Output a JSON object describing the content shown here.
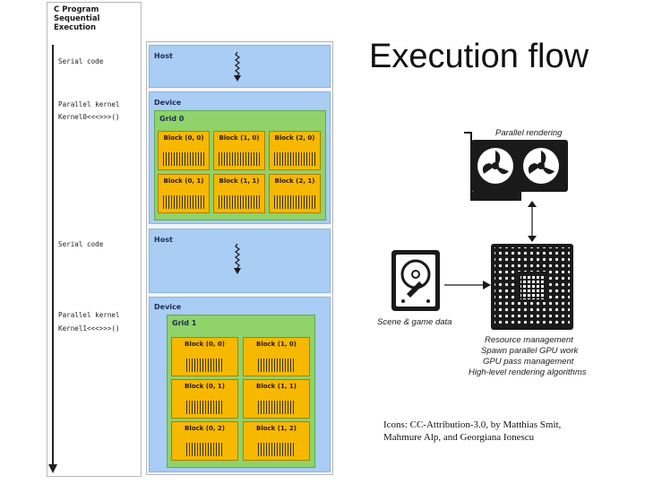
{
  "code_panel": {
    "title_lines": [
      "C Program",
      "Sequential",
      "Execution"
    ],
    "rows": [
      {
        "lines": [
          "Serial code"
        ]
      },
      {
        "lines": [
          "Parallel kernel",
          "Kernel0<<<>>>()"
        ]
      },
      {
        "lines": [
          "Serial code"
        ]
      },
      {
        "lines": [
          "Parallel kernel",
          "Kernel1<<<>>>()"
        ]
      }
    ]
  },
  "exec_panel": {
    "host1": "Host",
    "device1": "Device",
    "grid0": {
      "label": "Grid 0",
      "blocks": [
        "Block (0, 0)",
        "Block (1, 0)",
        "Block (2, 0)",
        "Block (0, 1)",
        "Block (1, 1)",
        "Block (2, 1)"
      ]
    },
    "host2": "Host",
    "device2": "Device",
    "grid1": {
      "label": "Grid 1",
      "blocks": [
        "Block (0, 0)",
        "Block (1, 0)",
        "Block (0, 1)",
        "Block (1, 1)",
        "Block (0, 2)",
        "Block (1, 2)"
      ]
    }
  },
  "title": "Execution flow",
  "labels": {
    "gpu": "Parallel rendering",
    "disk": "Scene & game data",
    "cpu_lines": [
      "Resource management",
      "Spawn parallel GPU work",
      "GPU pass management",
      "High-level rendering algorithms"
    ]
  },
  "credit_lines": [
    "Icons: CC-Attribution-3.0, by Matthias Smit,",
    "Mahmure Alp, and Georgiana Ionescu"
  ],
  "colors": {
    "host": "#a9cdf4",
    "grid": "#8fd36a",
    "block": "#f7b800"
  }
}
